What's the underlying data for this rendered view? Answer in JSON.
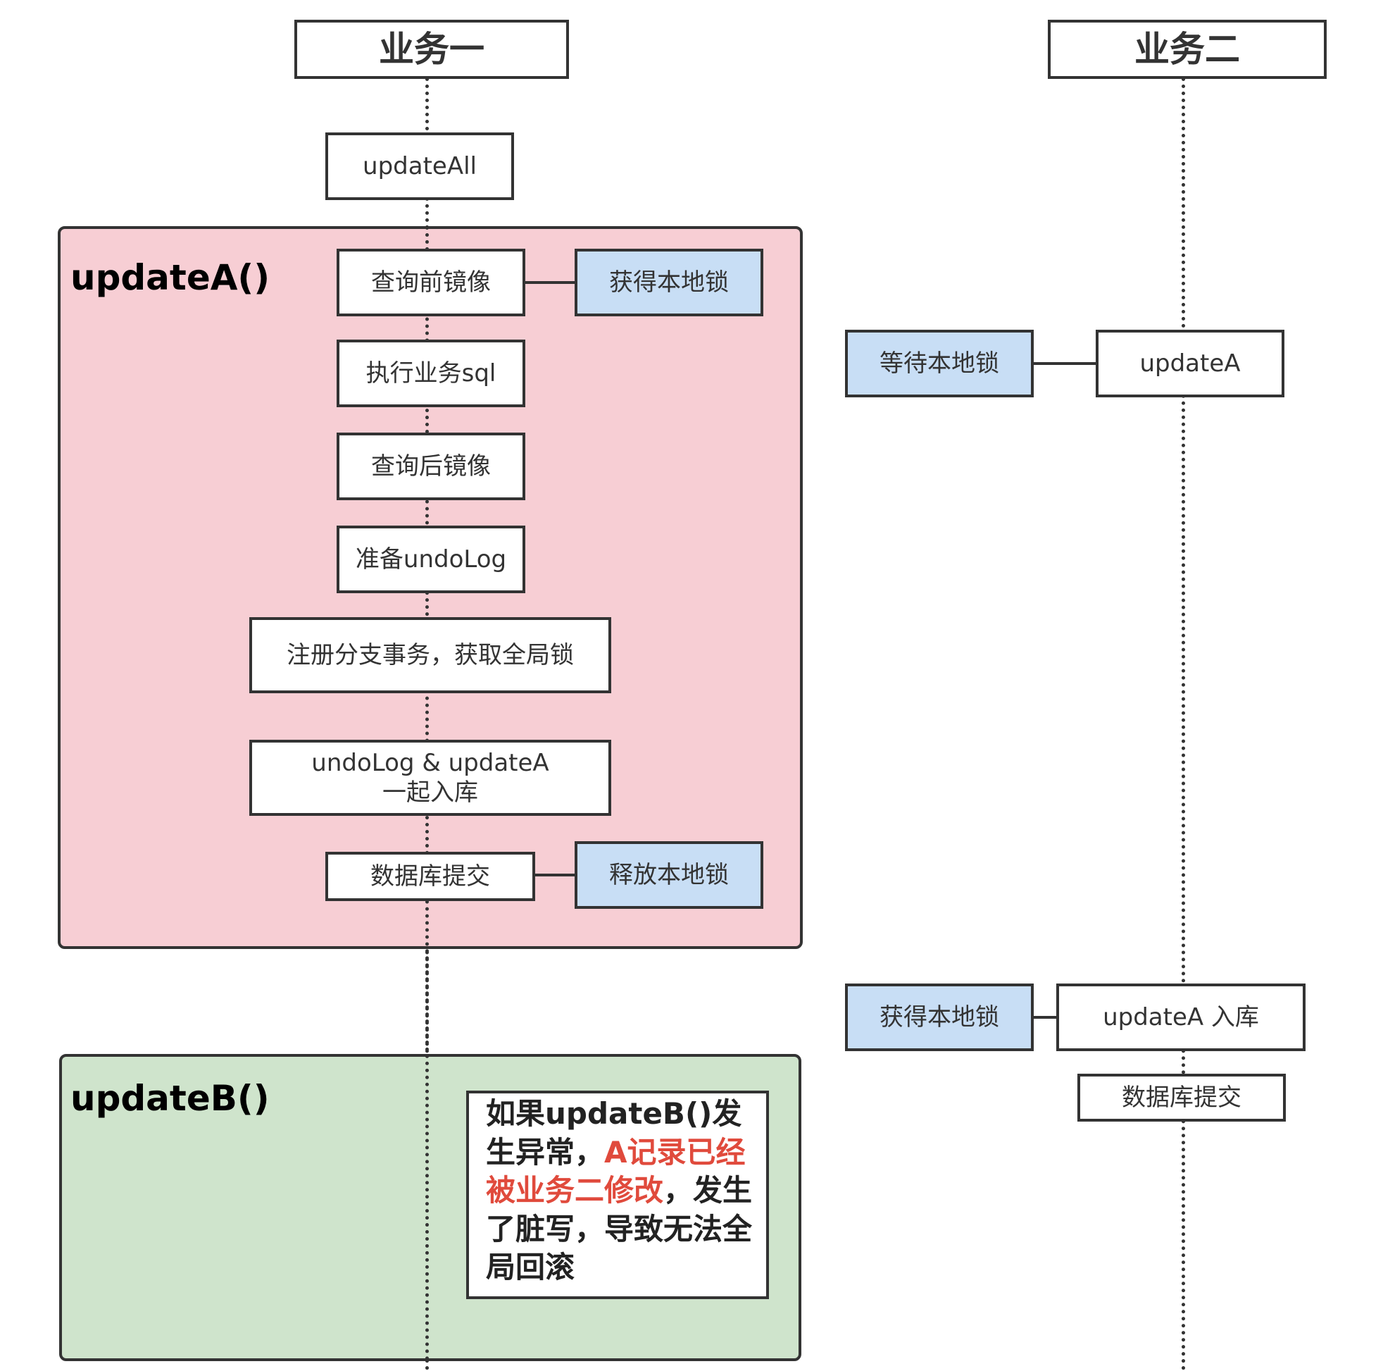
{
  "lanes": {
    "lane1_title": "业务一",
    "lane2_title": "业务二"
  },
  "groups": {
    "update_a_label": "updateA()",
    "update_b_label": "updateB()"
  },
  "lane1_steps": {
    "update_all": "updateAll",
    "query_before_image": "查询前镜像",
    "acquire_local_lock": "获得本地锁",
    "execute_sql": "执行业务sql",
    "query_after_image": "查询后镜像",
    "prepare_undo_log": "准备undoLog",
    "register_branch": "注册分支事务，获取全局锁",
    "undo_log_line1": "undoLog & updateA",
    "undo_log_line2": "一起入库",
    "db_commit": "数据库提交",
    "release_local_lock": "释放本地锁"
  },
  "lane2_steps": {
    "wait_local_lock": "等待本地锁",
    "update_a": "updateA",
    "acquire_local_lock": "获得本地锁",
    "update_a_store": "updateA  入库",
    "db_commit": "数据库提交"
  },
  "note": {
    "part1": "如果updateB()发生异常，",
    "part2_red": "A记录已经被业务二修改",
    "part3": "，发生了脏写，导致无法全局回滚"
  },
  "colors": {
    "pink_group": "#f7ced4",
    "green_group": "#cfe4cc",
    "lock_box": "#c8def5",
    "highlight_text": "#e04a3c",
    "border": "#333333"
  }
}
